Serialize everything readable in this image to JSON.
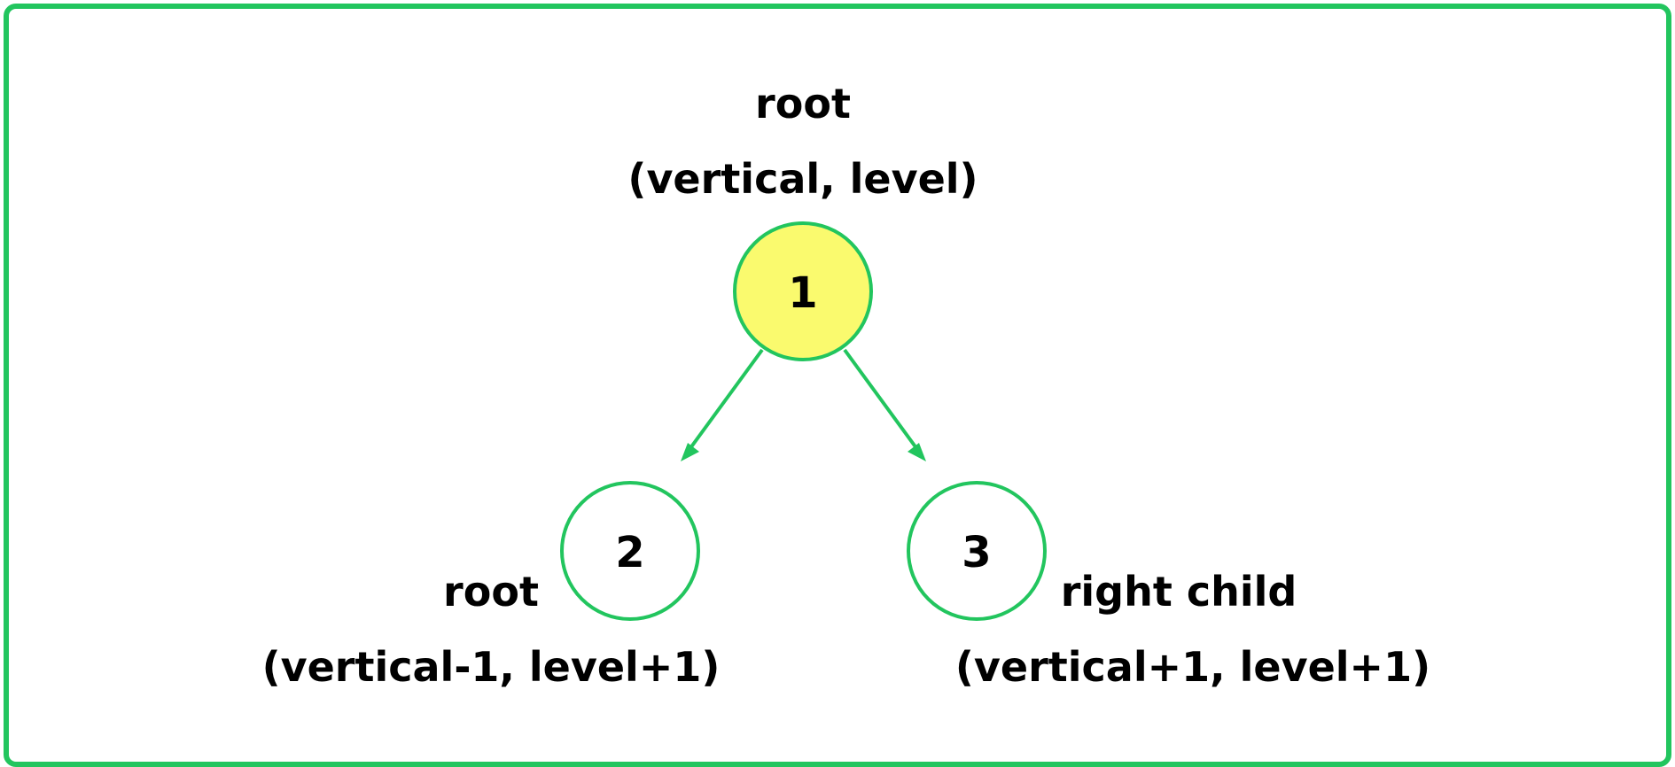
{
  "colors": {
    "border": "#22c55e",
    "edge": "#22c55e",
    "highlight_fill": "#fafa6e",
    "node_fill": "#ffffff",
    "text": "#000000"
  },
  "nodes": [
    {
      "id": "1",
      "label": "1",
      "highlighted": true
    },
    {
      "id": "2",
      "label": "2",
      "highlighted": false
    },
    {
      "id": "3",
      "label": "3",
      "highlighted": false
    }
  ],
  "edges": [
    {
      "from": "1",
      "to": "2"
    },
    {
      "from": "1",
      "to": "3"
    }
  ],
  "annotations": {
    "root_title": "root",
    "root_coords": "(vertical, level)",
    "left_title": "root",
    "left_coords": "(vertical-1, level+1)",
    "right_title": "right child",
    "right_coords": "(vertical+1, level+1)"
  }
}
